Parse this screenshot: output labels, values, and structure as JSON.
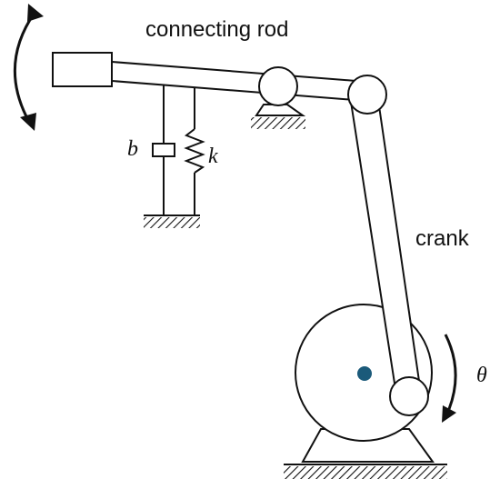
{
  "labels": {
    "connecting_rod": "connecting rod",
    "crank": "crank",
    "damper": "b",
    "spring": "k",
    "angle": "θ"
  },
  "icons": {
    "rotation_left": "curved-double-arrow-icon",
    "rotation_crank": "curved-arrow-icon"
  },
  "colors": {
    "stroke": "#111111",
    "hub": "#1b5a7a",
    "background": "#ffffff"
  }
}
